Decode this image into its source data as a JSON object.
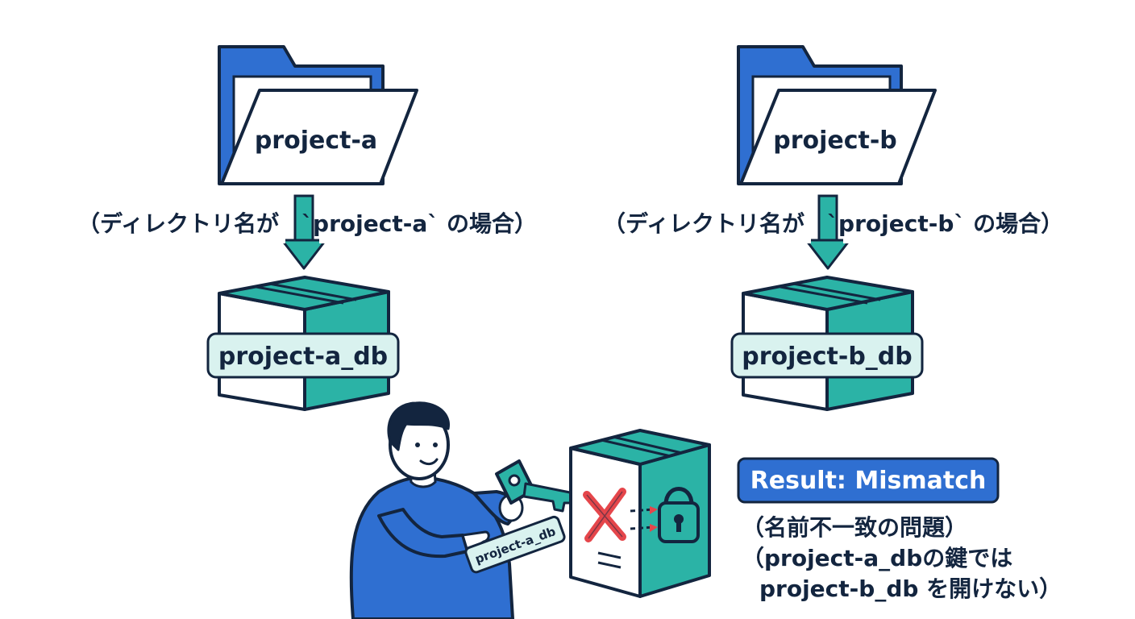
{
  "project_a": {
    "folder_label": "project-a",
    "caption": "（ディレクトリ名が　`project-a` の場合）",
    "db_label": "project-a_db"
  },
  "project_b": {
    "folder_label": "project-b",
    "caption": "（ディレクトリ名が　`project-b` の場合）",
    "db_label": "project-b_db"
  },
  "key_tag": "project-a_db",
  "result": {
    "badge": "Result: Mismatch",
    "line1": "（名前不一致の問題）",
    "line2": "（project-a_dbの鍵では",
    "line3": "project-b_db を開けない）"
  },
  "colors": {
    "folder_blue": "#2f6fd1",
    "teal": "#2bb3a6",
    "badge_blue": "#2f6fd1",
    "mismatch_red": "#e5464b",
    "outline": "#13253f"
  },
  "icons": [
    "folder-icon",
    "arrow-down-icon",
    "box-icon",
    "person-icon",
    "key-icon",
    "lock-icon",
    "x-mark-icon"
  ]
}
